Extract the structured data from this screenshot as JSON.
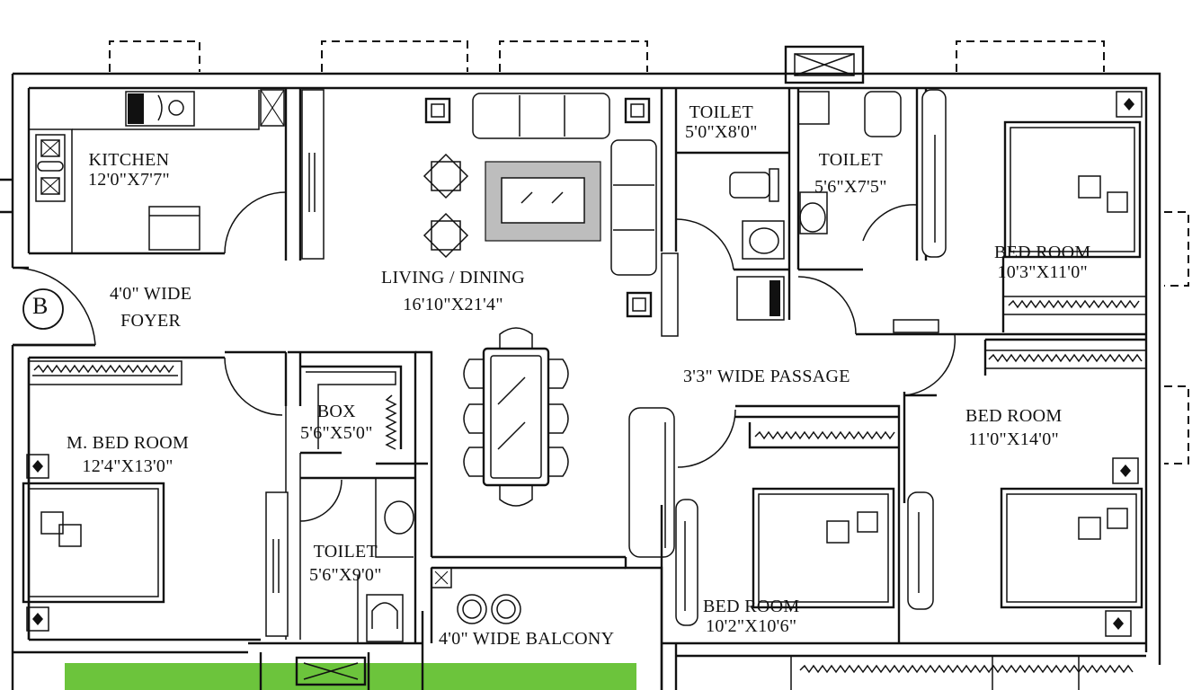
{
  "rooms": {
    "kitchen": {
      "name": "KITCHEN",
      "size": "12'0\"X7'7\""
    },
    "living": {
      "name": "LIVING / DINING",
      "size": "16'10\"X21'4\""
    },
    "toilet1": {
      "name": "TOILET",
      "size": "5'0\"X8'0\""
    },
    "toilet2": {
      "name": "TOILET",
      "size": "5'6\"X7'5\""
    },
    "bed_ne": {
      "name": "BED ROOM",
      "size": "10'3\"X11'0\""
    },
    "foyer": {
      "line1": "4'0\" WIDE",
      "line2": "FOYER"
    },
    "passage": {
      "name": "3'3\" WIDE PASSAGE"
    },
    "bed_e": {
      "name": "BED ROOM",
      "size": "11'0\"X14'0\""
    },
    "master": {
      "name": "M. BED ROOM",
      "size": "12'4\"X13'0\""
    },
    "box": {
      "name": "BOX",
      "size": "5'6\"X5'0\""
    },
    "toilet3": {
      "name": "TOILET",
      "size": "5'6\"X9'0\""
    },
    "balcony": {
      "name": "4'0\" WIDE BALCONY"
    },
    "bed_s": {
      "name": "BED ROOM",
      "size": "10'2\"X10'6\""
    }
  },
  "marker": {
    "label": "B"
  },
  "colors": {
    "line": "#111111",
    "lawn": "#6cc43c",
    "background": "#ffffff"
  }
}
